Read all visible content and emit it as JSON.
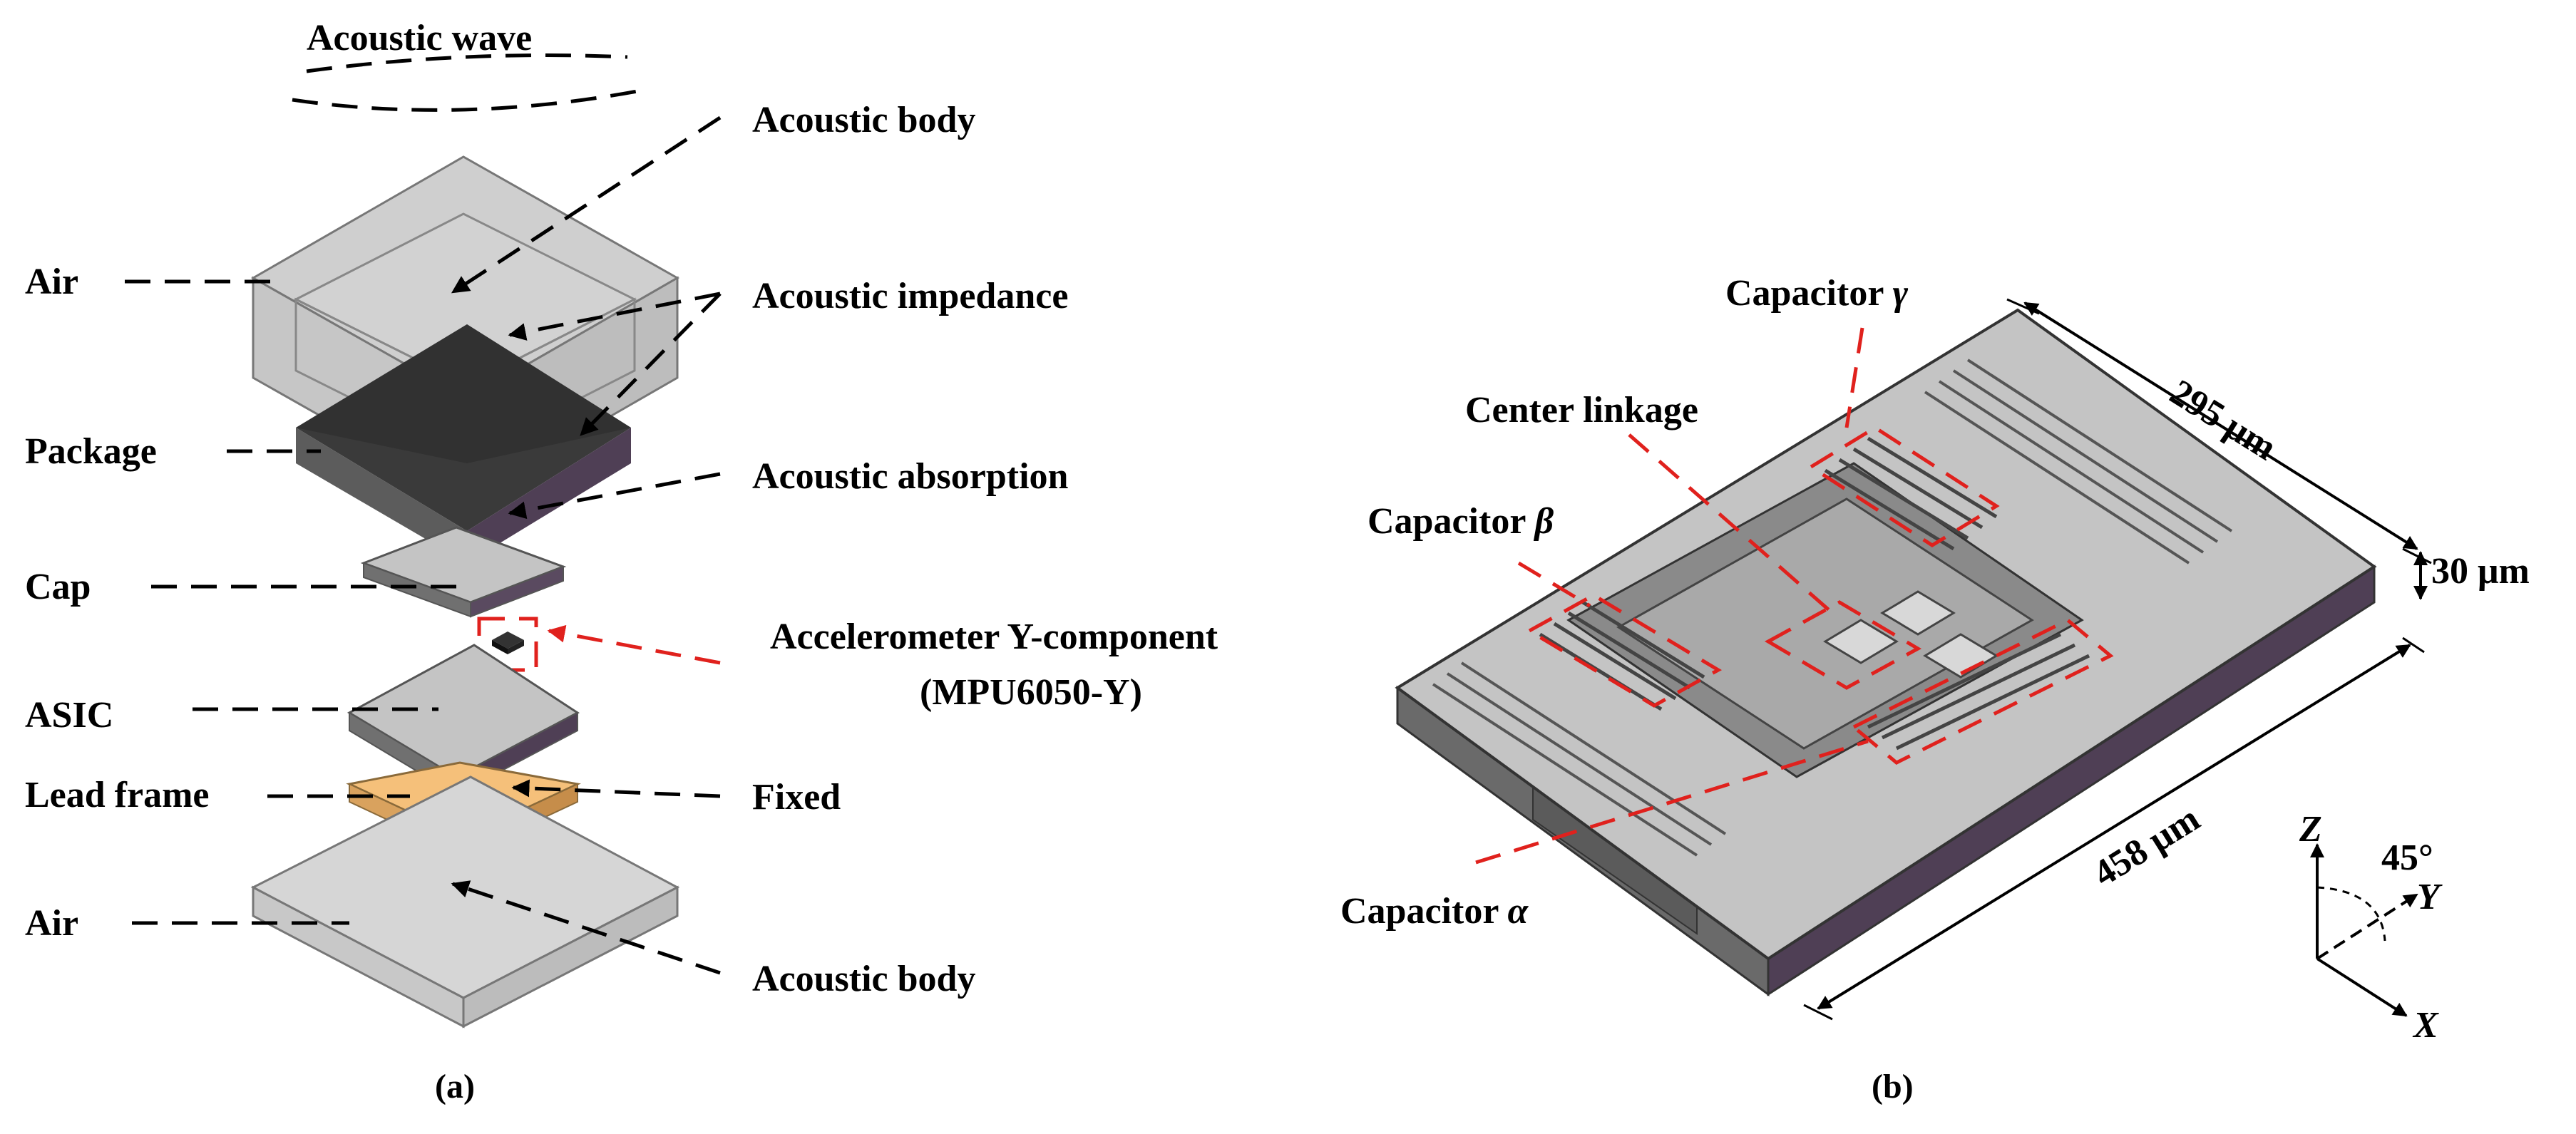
{
  "panel_a": {
    "caption": "(a)",
    "labels": {
      "acoustic_wave": "Acoustic wave",
      "acoustic_body_top": "Acoustic body",
      "air_top": "Air",
      "acoustic_impedance": "Acoustic impedance",
      "package": "Package",
      "acoustic_absorption": "Acoustic absorption",
      "cap": "Cap",
      "accelerometer_line1": "Accelerometer Y-component",
      "accelerometer_line2": "(MPU6050-Y)",
      "asic": "ASIC",
      "lead_frame": "Lead frame",
      "fixed": "Fixed",
      "air_bottom": "Air",
      "acoustic_body_bottom": "Acoustic body"
    }
  },
  "panel_b": {
    "caption": "(b)",
    "labels": {
      "capacitor_gamma_prefix": "Capacitor ",
      "capacitor_gamma_symbol": "γ",
      "center_linkage": "Center linkage",
      "capacitor_beta_prefix": "Capacitor ",
      "capacitor_beta_symbol": "β",
      "capacitor_alpha_prefix": "Capacitor ",
      "capacitor_alpha_symbol": "α",
      "dim_width": "295 μm",
      "dim_thickness": "30 μm",
      "dim_length": "458 μm",
      "axis_z": "Z",
      "axis_y": "Y",
      "axis_x": "X",
      "angle": "45°"
    }
  },
  "colors": {
    "highlight_red": "#e0211d",
    "lead_frame": "#f5c07a",
    "package_top": "#3a3a3a",
    "chip_side": "#4f3f55",
    "chip_top": "#c4c4c4"
  }
}
